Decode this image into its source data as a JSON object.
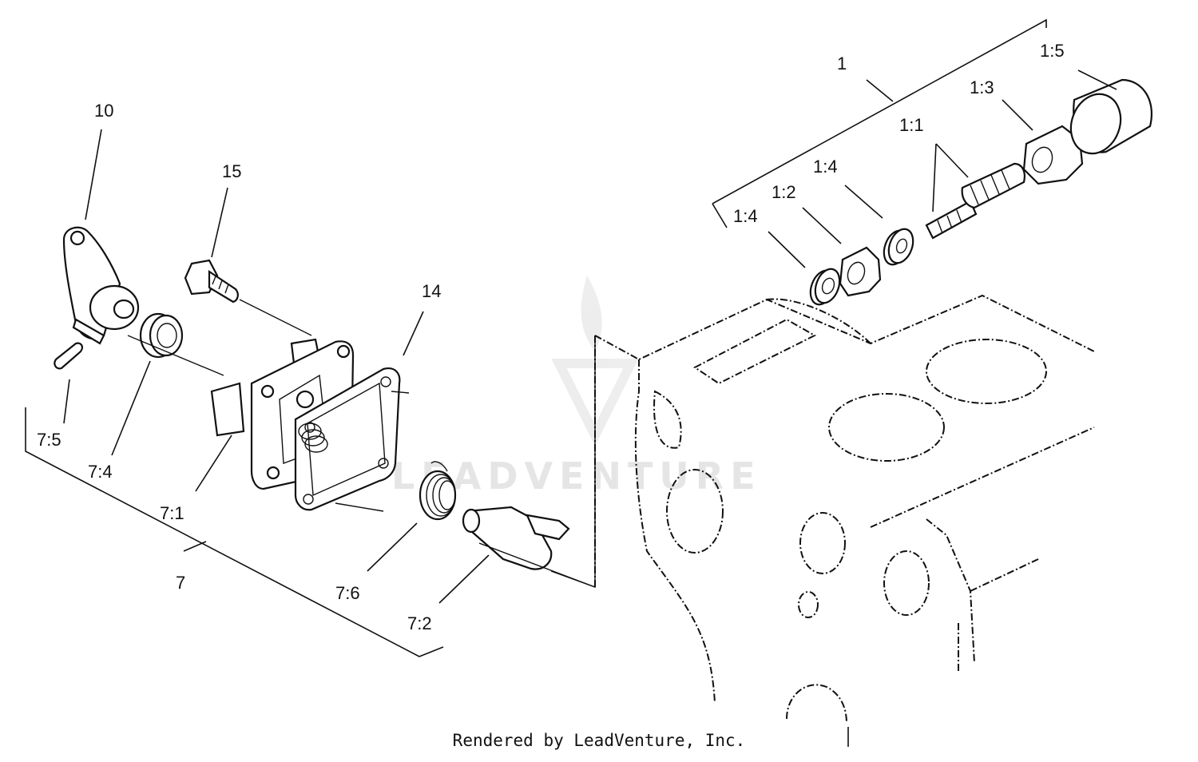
{
  "watermark": "LEADVENTURE",
  "footer": "Rendered by LeadVenture, Inc.",
  "callouts": {
    "c10": "10",
    "c15": "15",
    "c14": "14",
    "c7_5": "7:5",
    "c7_4": "7:4",
    "c7_1": "7:1",
    "c7": "7",
    "c7_6": "7:6",
    "c7_2": "7:2",
    "c1": "1",
    "c1_5": "1:5",
    "c1_3": "1:3",
    "c1_1": "1:1",
    "c1_4a": "1:4",
    "c1_2": "1:2",
    "c1_4b": "1:4"
  }
}
